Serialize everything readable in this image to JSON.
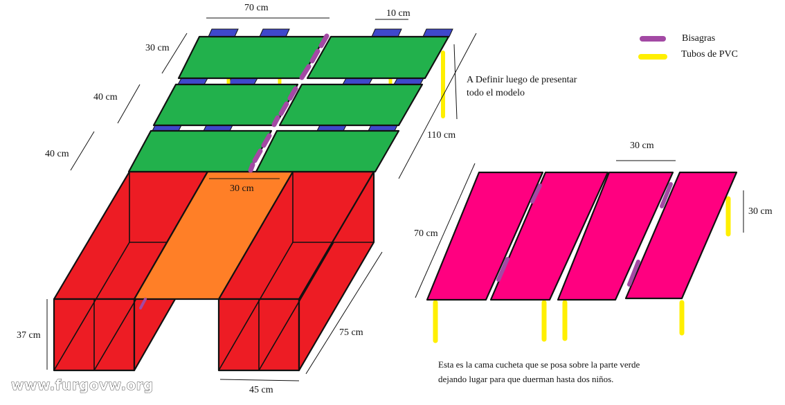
{
  "colors": {
    "board": "#22b14c",
    "frame": "#ed1c24",
    "center_panel": "#ff7f27",
    "bunk": "#ff0080",
    "slat": "#3f48cc",
    "hinge": "#a349a4",
    "pvc": "#ffef00",
    "outline": "#111111"
  },
  "legend": {
    "items": [
      {
        "label": "Bisagras",
        "color": "#a349a4",
        "icon": "hinge-swatch"
      },
      {
        "label": "Tubos de PVC",
        "color": "#ffef00",
        "icon": "pvc-swatch"
      }
    ]
  },
  "dimensions": {
    "top_width": "70 cm",
    "slat_width": "10 cm",
    "board_depth_top": "30 cm",
    "board_depth_mid": "40 cm",
    "board_depth_low": "40 cm",
    "total_length": "110 cm",
    "center_width": "30 cm",
    "height": "37 cm",
    "side_length": "75 cm",
    "side_width": "45 cm",
    "bunk_plank_width": "30 cm",
    "bunk_length": "70 cm",
    "bunk_leg_height": "30 cm"
  },
  "notes": {
    "define_later_line1": "A Definir luego de presentar",
    "define_later_line2": "todo el modelo",
    "bunk_line1": "Esta es la cama cucheta que se posa sobre la parte verde",
    "bunk_line2": "dejando lugar para que duerman hasta dos niños."
  },
  "watermark": "www.furgovw.org"
}
